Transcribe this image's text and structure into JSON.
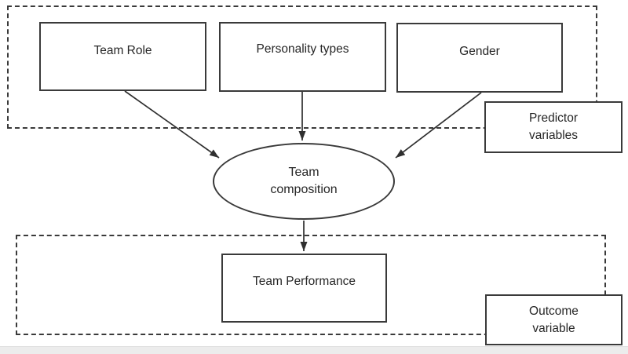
{
  "diagram": {
    "predictor_region": {
      "boxes": [
        {
          "label": "Team Role"
        },
        {
          "label": "Personality types"
        },
        {
          "label": "Gender"
        }
      ],
      "tag": {
        "line1": "Predictor",
        "line2": "variables"
      }
    },
    "composition_node": {
      "line1": "Team",
      "line2": "composition"
    },
    "outcome_region": {
      "box_label": "Team Performance",
      "tag": {
        "line1": "Outcome",
        "line2": "variable"
      }
    },
    "colors": {
      "line": "#2f2f2f",
      "box_border": "#3a3a3a",
      "text": "#262626",
      "background": "#ffffff",
      "footer_strip": "#ececec"
    }
  }
}
